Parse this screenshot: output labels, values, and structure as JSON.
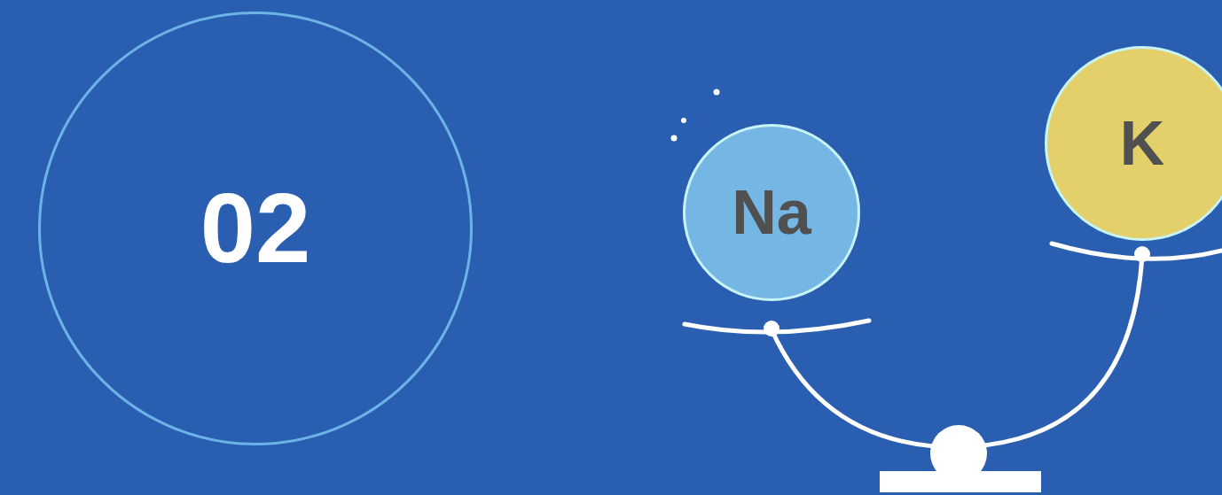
{
  "diagram": {
    "nodes": [
      {
        "text": [
          "02"
        ]
      },
      {
        "text": [
          "Na"
        ]
      },
      {
        "text": [
          "K"
        ]
      }
    ]
  }
}
